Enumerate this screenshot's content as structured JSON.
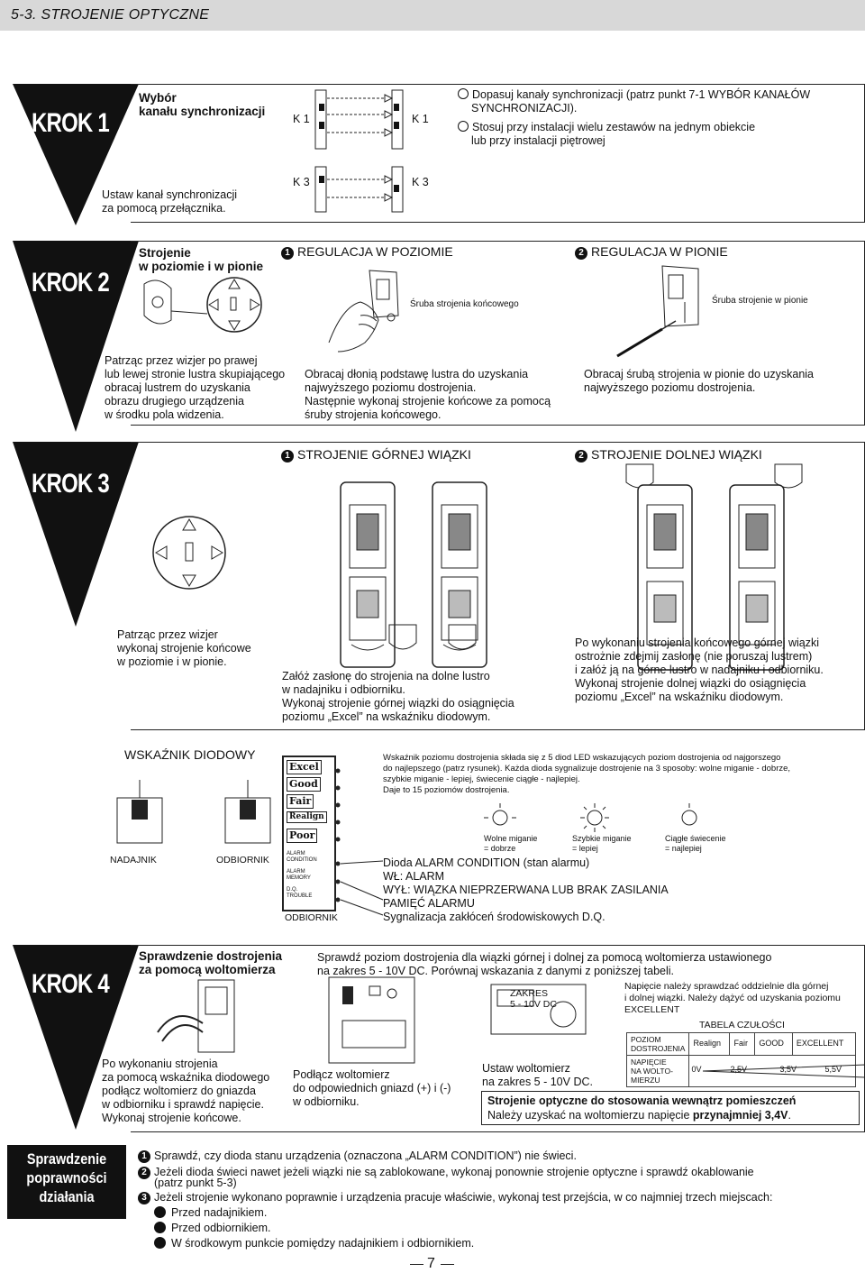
{
  "header": {
    "section": "5-3.  STROJENIE OPTYCZNE"
  },
  "step1": {
    "label": "KROK 1",
    "title_line1": "Wybór",
    "title_line2": "kanału synchronizacji",
    "k1_left": "K 1",
    "k1_right": "K 1",
    "k3_left": "K 3",
    "k3_right": "K 3",
    "note1_line1": "Dopasuj kanały synchronizacji (patrz punkt 7-1 WYBÓR KANAŁÓW",
    "note1_line2": "SYNCHRONIZACJI).",
    "note2_line1": "Stosuj przy instalacji wielu zestawów na jednym obiekcie",
    "note2_line2": "lub przy instalacji piętrowej",
    "set_line1": "Ustaw kanał synchronizacji",
    "set_line2": "za pomocą przełącznika."
  },
  "step2": {
    "label": "KROK 2",
    "title_line1": "Strojenie",
    "title_line2": "w poziomie i w pionie",
    "h_title": "REGULACJA W POZIOMIE",
    "v_title": "REGULACJA W PIONIE",
    "n1": "1",
    "n2": "2",
    "screw_h": "Śruba strojenia końcowego",
    "screw_v": "Śruba strojenie w pionie",
    "left_text": [
      "Patrząc przez wizjer po prawej",
      "lub lewej stronie lustra skupiającego",
      "obracaj lustrem do uzyskania",
      "obrazu drugiego urządzenia",
      "w środku pola widzenia."
    ],
    "mid_text": [
      "Obracaj dłonią podstawę lustra do uzyskania",
      "najwyższego poziomu dostrojenia.",
      "Następnie wykonaj strojenie końcowe za pomocą",
      "śruby strojenia końcowego."
    ],
    "right_text": [
      "Obracaj śrubą strojenia w pionie do uzyskania",
      "najwyższego poziomu dostrojenia."
    ]
  },
  "step3": {
    "label": "KROK 3",
    "upper_title": "STROJENIE GÓRNEJ WIĄZKI",
    "lower_title": "STROJENIE DOLNEJ WIĄZKI",
    "n1": "1",
    "n2": "2",
    "left_text": [
      "Patrząc przez wizjer",
      "wykonaj strojenie końcowe",
      "w poziomie i w pionie."
    ],
    "mid_text": [
      "Załóż zasłonę do strojenia na dolne lustro",
      "w nadajniku i odbiorniku.",
      "Wykonaj strojenie górnej wiązki do osiągnięcia",
      "poziomu „Excel” na wskaźniku diodowym."
    ],
    "right_text": [
      "Po wykonaniu strojenia końcowego górnej wiązki",
      "ostrożnie zdejmij zasłonę (nie poruszaj lustrem)",
      "i załóż ją na górne lustro w nadajniku i odbiorniku.",
      "Wykonaj strojenie dolnej wiązki do osiągnięcia",
      "poziomu „Excel” na wskaźniku diodowym."
    ]
  },
  "led": {
    "title": "WSKAŹNIK DIODOWY",
    "transmitter": "NADAJNIK",
    "receiver": "ODBIORNIK",
    "receiver2": "ODBIORNIK",
    "levels": [
      "Excel",
      "Good",
      "Fair",
      "Realign",
      "Poor"
    ],
    "alarm_labels": [
      "ALARM CONDITION",
      "ALARM MEMORY",
      "D.Q. TROUBLE"
    ],
    "desc": [
      "Wskaźnik poziomu dostrojenia składa się z 5 diod LED wskazujących poziom dostrojenia od najgorszego",
      "do najlepszego (patrz rysunek). Każda dioda sygnalizuje dostrojenie na 3 sposoby: wolne miganie - dobrze,",
      "szybkie miganie - lepiej, świecenie ciągłe - najlepiej.",
      "Daje to 15 poziomów dostrojenia."
    ],
    "slow_line1": "Wolne miganie",
    "slow_line2": "= dobrze",
    "fast_line1": "Szybkie miganie",
    "fast_line2": "= lepiej",
    "steady_line1": "Ciągłe świecenie",
    "steady_line2": "= najlepiej",
    "alarm_desc": [
      "Dioda ALARM CONDITION (stan alarmu)",
      "WŁ: ALARM",
      "WYŁ: WIĄZKA NIEPRZERWANA LUB BRAK ZASILANIA"
    ],
    "memory_desc": "PAMIĘĆ ALARMU",
    "dq_desc": "Sygnalizacja zakłóceń środowiskowych D.Q."
  },
  "step4": {
    "label": "KROK 4",
    "title_line1": "Sprawdzenie dostrojenia",
    "title_line2": "za pomocą woltomierza",
    "intro_line1": "Sprawdź poziom dostrojenia dla wiązki górnej i dolnej za pomocą woltomierza ustawionego",
    "intro_line2": "na zakres 5 - 10V DC. Porównaj wskazania z danymi z poniższej tabeli.",
    "left_text": [
      "Po wykonaniu strojenia",
      "za pomocą wskaźnika diodowego",
      "podłącz woltomierz do gniazda",
      "w odbiorniku i sprawdź napięcie.",
      "Wykonaj strojenie końcowe."
    ],
    "mid_text": [
      "Podłącz woltomierz",
      "do odpowiednich gniazd (+) i (-)",
      "w odbiorniku."
    ],
    "range_line1": "ZAKRES",
    "range_line2": "5 - 10V DC",
    "set_line1": "Ustaw woltomierz",
    "set_line2": "na zakres 5 - 10V DC.",
    "note": [
      "Napięcie należy sprawdzać oddzielnie dla górnej",
      "i dolnej wiązki. Należy dążyć od uzyskania poziomu",
      "EXCELLENT"
    ],
    "table_title": "TABELA CZUŁOŚCI",
    "row1_head_line1": "POZIOM",
    "row1_head_line2": "DOSTROJENIA",
    "levels": [
      "Realign",
      "Fair",
      "GOOD",
      "EXCELLENT"
    ],
    "row2_head_line1": "NAPIĘCIE",
    "row2_head_line2": "NA WOLTO-",
    "row2_head_line3": "MIERZU",
    "volts": [
      "0V",
      "2,5V",
      "3,5V",
      "5,5V"
    ],
    "indoor_title": "Strojenie optyczne do stosowania wewnątrz pomieszczeń",
    "indoor_text_pre": "Należy uzyskać na woltomierzu napięcie ",
    "indoor_text_bold": "przynajmniej 3,4V",
    "indoor_text_post": "."
  },
  "check": {
    "label_line1": "Sprawdzenie",
    "label_line2": "poprawności",
    "label_line3": "działania",
    "n1": "1",
    "n2": "2",
    "n3": "3",
    "item1": "Sprawdź, czy dioda stanu urządzenia (oznaczona „ALARM CONDITION”) nie świeci.",
    "item2_line1": "Jeżeli dioda świeci nawet jeżeli wiązki nie są zablokowane, wykonaj ponownie strojenie optyczne i sprawdź okablowanie",
    "item2_line2": "(patrz punkt 5-3)",
    "item3": "Jeżeli strojenie wykonano poprawnie i urządzenia pracuje właściwie, wykonaj test przejścia, w co najmniej trzech miejscach:",
    "places": [
      "Przed nadajnikiem.",
      "Przed odbiornikiem.",
      "W środkowym punkcie pomiędzy nadajnikiem i odbiornikiem."
    ]
  },
  "page_number": "7"
}
